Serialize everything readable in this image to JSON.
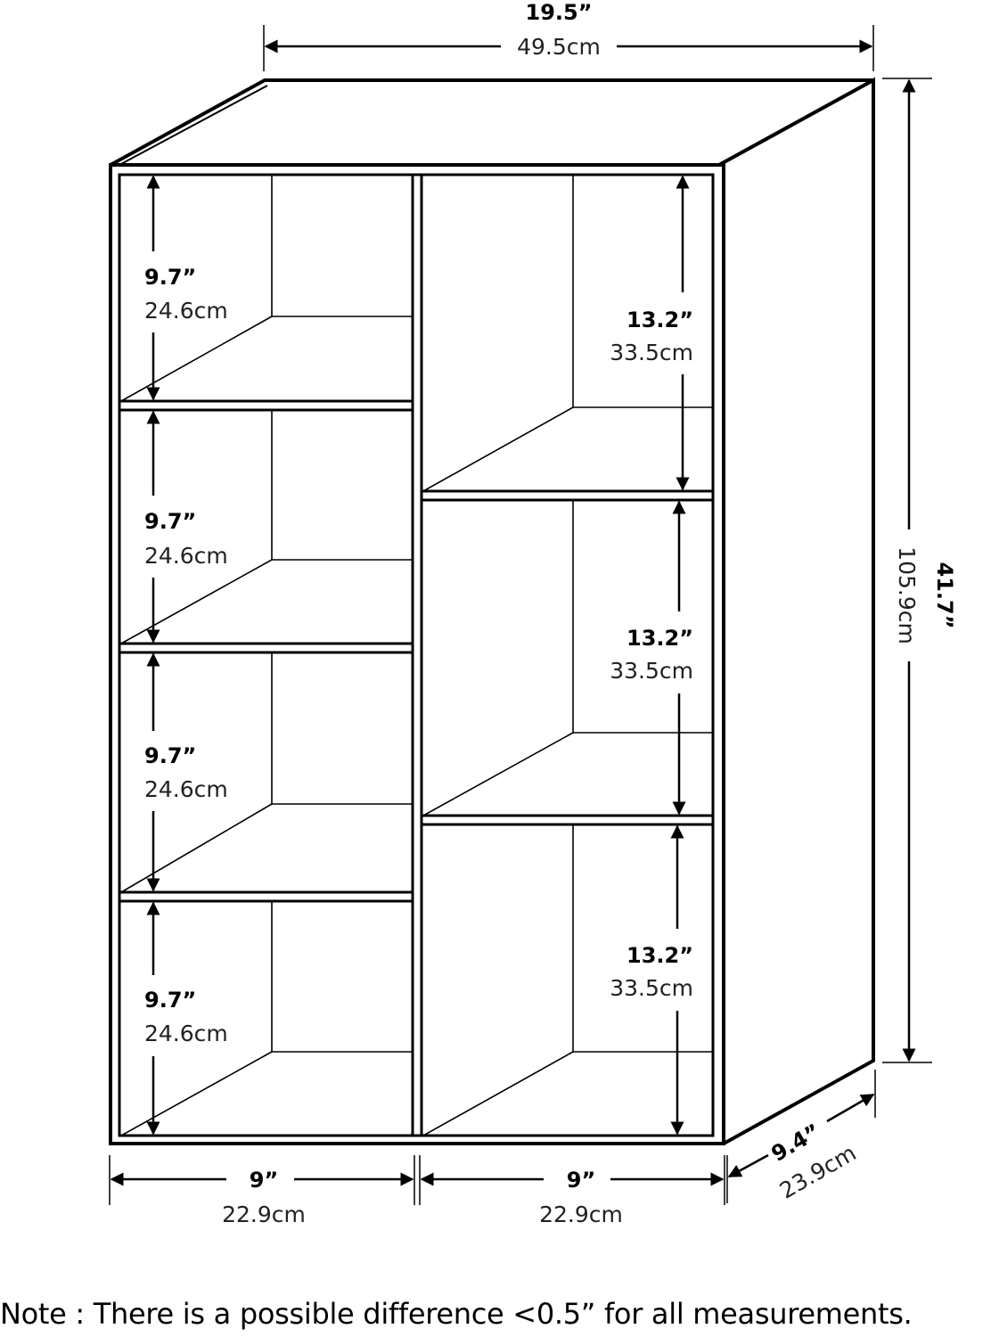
{
  "diagram": {
    "subject": "7-cube bookcase dimensions",
    "overall": {
      "width": {
        "in": "19.5”",
        "cm": "49.5cm"
      },
      "height": {
        "in": "41.7”",
        "cm": "105.9cm"
      },
      "depth": {
        "in": "9.4”",
        "cm": "23.9cm"
      }
    },
    "left_column": {
      "width": {
        "in": "9”",
        "cm": "22.9cm"
      },
      "cubbies": [
        {
          "in": "9.7”",
          "cm": "24.6cm"
        },
        {
          "in": "9.7”",
          "cm": "24.6cm"
        },
        {
          "in": "9.7”",
          "cm": "24.6cm"
        },
        {
          "in": "9.7”",
          "cm": "24.6cm"
        }
      ]
    },
    "right_column": {
      "width": {
        "in": "9”",
        "cm": "22.9cm"
      },
      "cubbies": [
        {
          "in": "13.2”",
          "cm": "33.5cm"
        },
        {
          "in": "13.2”",
          "cm": "33.5cm"
        },
        {
          "in": "13.2”",
          "cm": "33.5cm"
        }
      ]
    },
    "note": "Note : There is a possible difference <0.5” for all measurements.",
    "colors": {
      "line": "#000000",
      "background": "#ffffff"
    }
  }
}
